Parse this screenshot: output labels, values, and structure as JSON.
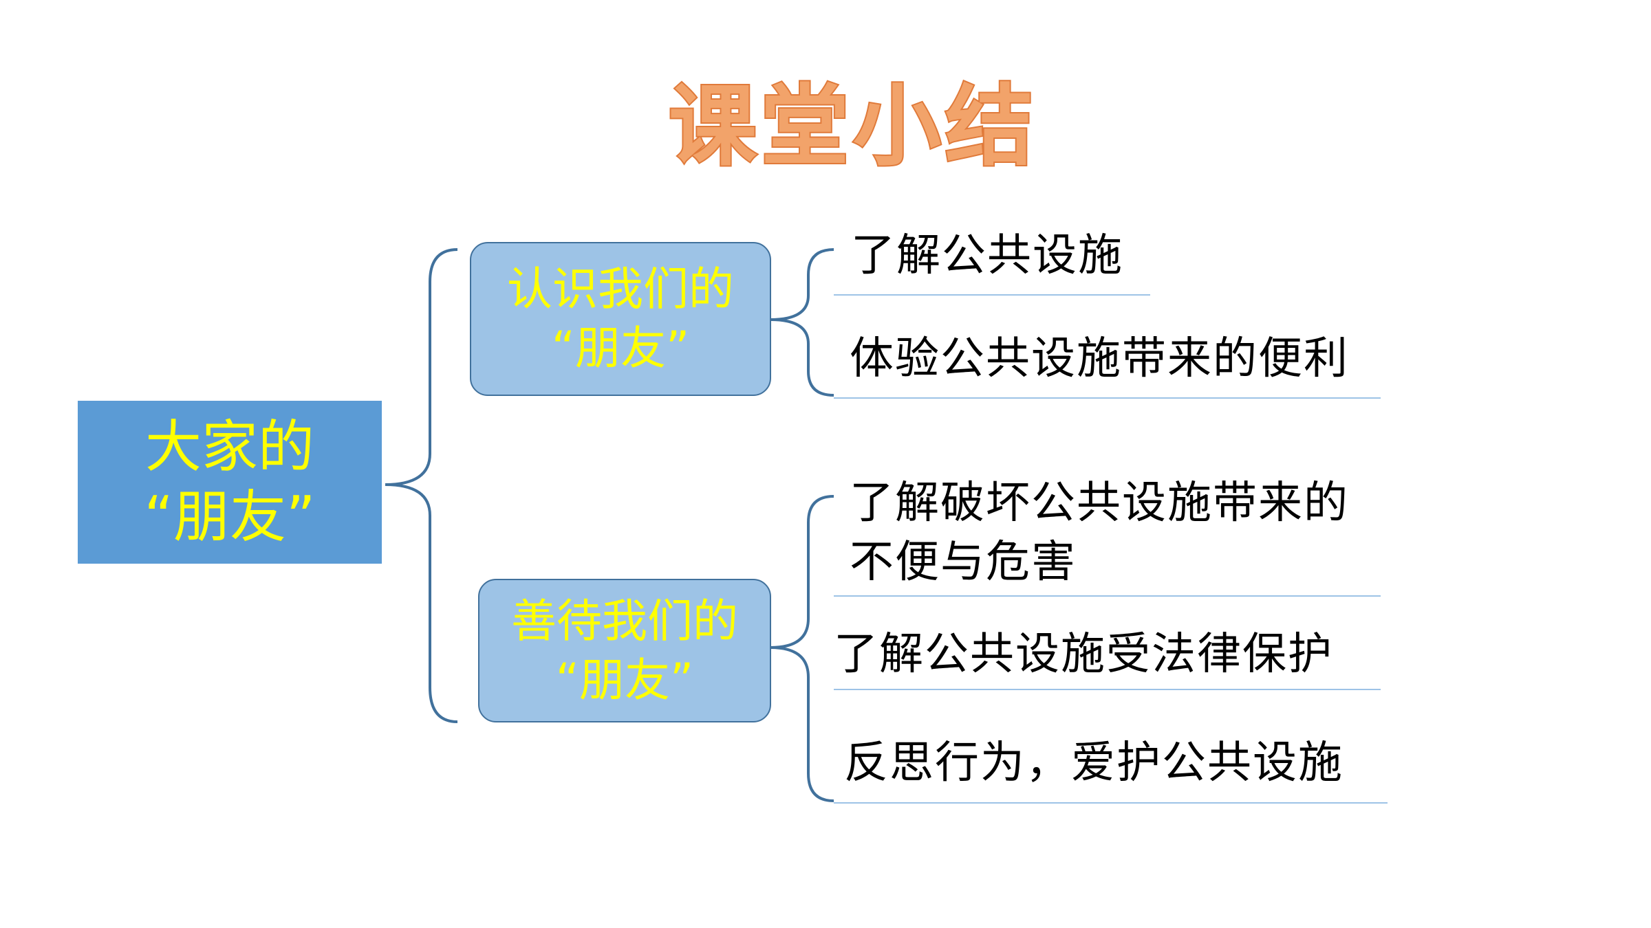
{
  "title": "课堂小结",
  "root": {
    "line1": "大家的",
    "line2": "“朋友”"
  },
  "branches": [
    {
      "line1": "认识我们的",
      "line2": "“朋友”",
      "items": [
        "了解公共设施",
        "体验公共设施带来的便利"
      ]
    },
    {
      "line1": "善待我们的",
      "line2": "“朋友”",
      "items": [
        {
          "line1": "了解破坏公共设施带来的",
          "line2": "不便与危害"
        },
        "了解公共设施受法律保护",
        "反思行为，爱护公共设施"
      ]
    }
  ],
  "colors": {
    "title_fill": "#f2a36a",
    "title_stroke": "#e07a3a",
    "root_bg": "#5b9bd5",
    "branch_bg": "#9dc3e6",
    "connector": "#41719c",
    "node_text": "#ffff00"
  }
}
